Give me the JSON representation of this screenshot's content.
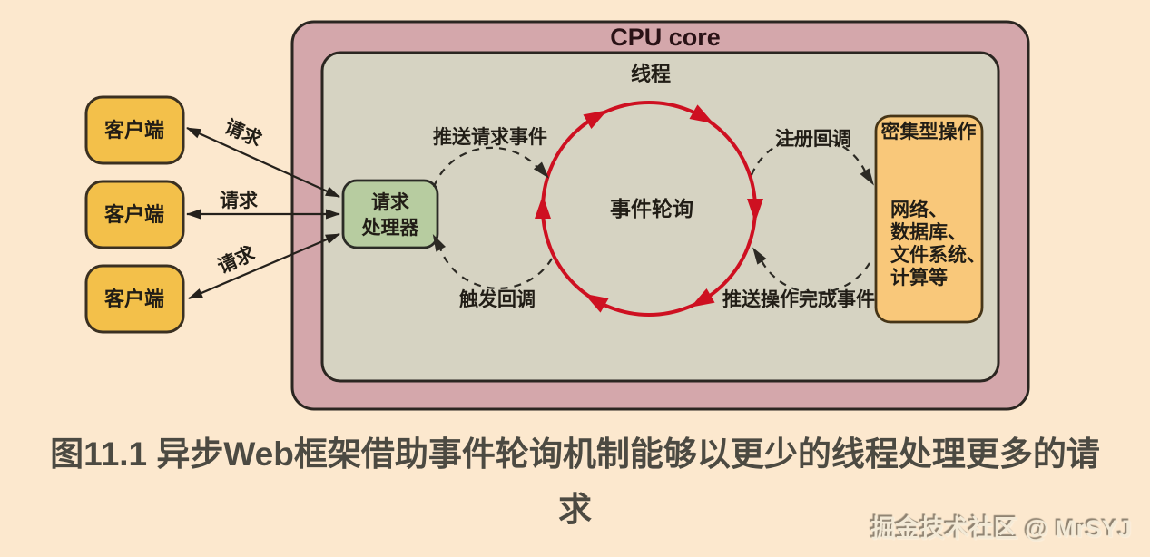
{
  "diagram": {
    "cpu_core_label": "CPU core",
    "thread_label": "线程",
    "event_loop_label": "事件轮询",
    "clients": [
      "客户端",
      "客户端",
      "客户端"
    ],
    "request_labels": [
      "请求",
      "请求",
      "请求"
    ],
    "handler": {
      "line1": "请求",
      "line2": "处理器"
    },
    "flow": {
      "push_request_event": "推送请求事件",
      "trigger_callback": "触发回调",
      "register_callback": "注册回调",
      "push_operation_complete_event": "推送操作完成事件"
    },
    "intensive_ops": {
      "title": "密集型操作",
      "items": [
        "网络、",
        "数据库、",
        "文件系统、",
        "计算等"
      ]
    },
    "colors": {
      "background": "#fce8ce",
      "cpu_core_fill": "#d4a7ab",
      "thread_fill": "#d6d3c2",
      "client_fill": "#f3c04a",
      "handler_fill": "#b7cca0",
      "intensive_ops_fill": "#f9c87a",
      "event_loop_stroke": "#ce1021",
      "outline": "#2b2621",
      "caption_text": "#4c4a42"
    }
  },
  "caption": {
    "line1": "图11.1 异步Web框架借助事件轮询机制能够以更少的线程处理更多的请",
    "line2": "求"
  },
  "watermark": "掘金技术社区 @ MrSYJ"
}
